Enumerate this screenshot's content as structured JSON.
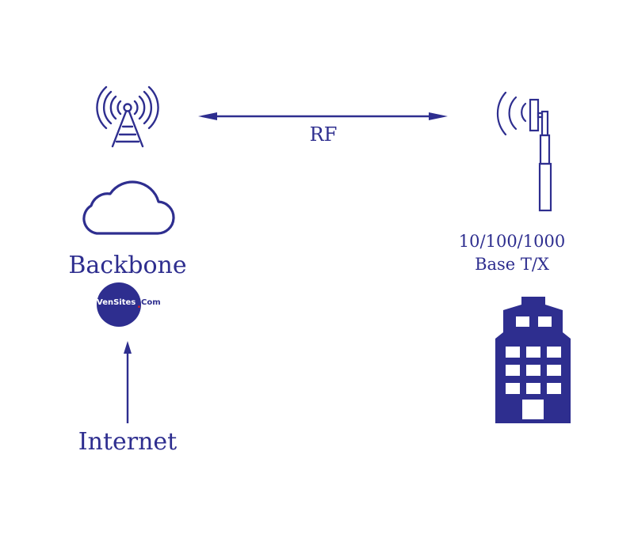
{
  "diagram": {
    "colors": {
      "primary": "#2e2e8f",
      "background": "#ffffff",
      "accent_dot": "#e02020"
    },
    "nodes": {
      "tower": {
        "icon": "radio-tower-icon"
      },
      "cloud": {
        "icon": "cloud-icon",
        "label": "Backbone"
      },
      "logo": {
        "text_main": "VenSites",
        "text_dot": ".",
        "text_suffix": "Com"
      },
      "internet": {
        "label": "Internet"
      },
      "antenna": {
        "icon": "antenna-mast-icon",
        "label_line1": "10/100/1000",
        "label_line2": "Base T/X"
      },
      "building": {
        "icon": "building-icon"
      }
    },
    "links": [
      {
        "from": "tower",
        "to": "antenna",
        "label": "RF",
        "direction": "bidirectional"
      },
      {
        "from": "internet",
        "to": "logo",
        "label": "",
        "direction": "up"
      }
    ]
  }
}
